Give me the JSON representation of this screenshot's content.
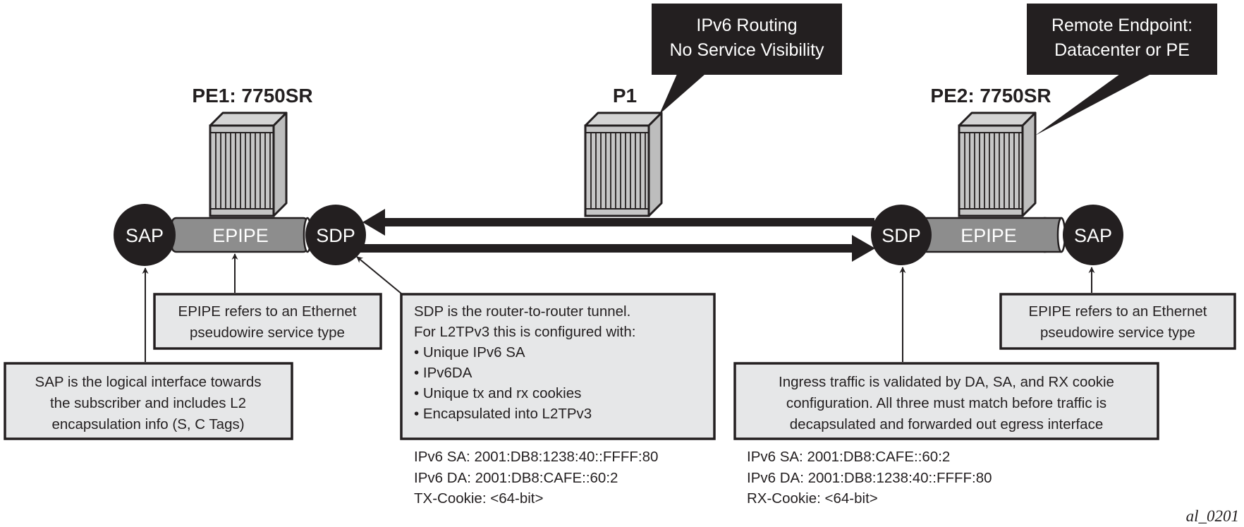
{
  "nodes": {
    "pe1": {
      "label": "PE1: 7750SR"
    },
    "p1": {
      "label": "P1"
    },
    "pe2": {
      "label": "PE2: 7750SR"
    }
  },
  "endpoints": {
    "pe1_sap": "SAP",
    "pe1_epipe": "EPIPE",
    "pe1_sdp": "SDP",
    "pe2_sdp": "SDP",
    "pe2_epipe": "EPIPE",
    "pe2_sap": "SAP"
  },
  "callouts": {
    "p1": {
      "lines": [
        "IPv6 Routing",
        "No Service Visibility"
      ]
    },
    "remote": {
      "lines": [
        "Remote Endpoint:",
        "Datacenter or PE"
      ]
    }
  },
  "notes": {
    "sap": {
      "lines": [
        "SAP is the logical interface towards",
        "the subscriber and includes L2",
        "encapsulation info (S, C Tags)"
      ]
    },
    "epipe_left": {
      "lines": [
        "EPIPE refers to an Ethernet",
        "pseudowire service type"
      ]
    },
    "sdp": {
      "lines": [
        "SDP is the router-to-router tunnel.",
        "For L2TPv3 this is configured with:",
        "• Unique IPv6 SA",
        "• IPv6DA",
        "• Unique tx and rx cookies",
        "• Encapsulated into L2TPv3"
      ]
    },
    "ingress": {
      "lines": [
        "Ingress traffic is validated by DA, SA, and RX cookie",
        "configuration. All three must match before traffic is",
        "decapsulated and forwarded out egress interface"
      ]
    },
    "epipe_right": {
      "lines": [
        "EPIPE refers to an Ethernet",
        "pseudowire service type"
      ]
    }
  },
  "tunnel_config": {
    "pe1": [
      "IPv6 SA: 2001:DB8:1238:40::FFFF:80",
      "IPv6 DA: 2001:DB8:CAFE::60:2",
      "TX-Cookie: <64-bit>"
    ],
    "pe2": [
      "IPv6 SA: 2001:DB8:CAFE::60:2",
      "IPv6 DA: 2001:DB8:1238:40::FFFF:80",
      "RX-Cookie: <64-bit>"
    ]
  },
  "figure_id": "al_0201",
  "colors": {
    "ink": "#231f20",
    "tube": "#8d8d8d",
    "note_fill": "#e6e7e8",
    "router_face": "#c8c8c8"
  }
}
